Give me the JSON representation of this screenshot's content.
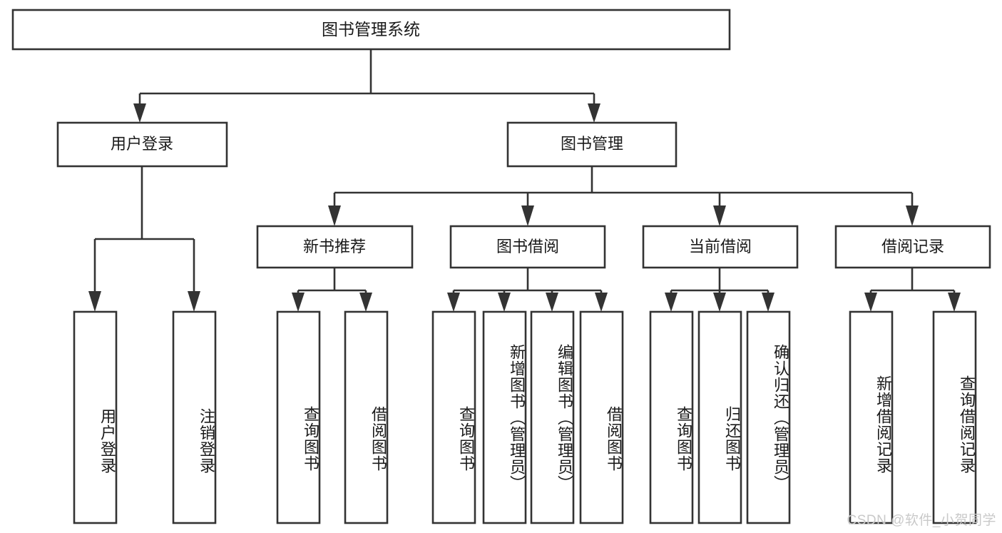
{
  "diagram": {
    "type": "tree-hierarchy",
    "title": "图书管理系统",
    "watermark": "CSDN @软件_小贺同学",
    "colors": {
      "stroke": "#333333",
      "fill": "#ffffff",
      "text": "#1a1a1a",
      "watermark": "#c9c9c9"
    },
    "root": {
      "id": "root",
      "label": "图书管理系统"
    },
    "level2": [
      {
        "id": "user-login",
        "label": "用户登录"
      },
      {
        "id": "book-manage",
        "label": "图书管理"
      }
    ],
    "level3": [
      {
        "id": "new-book-recommend",
        "label": "新书推荐",
        "parent": "book-manage"
      },
      {
        "id": "book-borrow",
        "label": "图书借阅",
        "parent": "book-manage"
      },
      {
        "id": "current-borrow",
        "label": "当前借阅",
        "parent": "book-manage"
      },
      {
        "id": "borrow-record",
        "label": "借阅记录",
        "parent": "book-manage"
      }
    ],
    "leaves": [
      {
        "id": "leaf-user-login",
        "label": "用户登录",
        "parent": "user-login"
      },
      {
        "id": "leaf-user-logout",
        "label": "注销登录",
        "parent": "user-login"
      },
      {
        "id": "leaf-query-book-1",
        "label": "查询图书",
        "parent": "new-book-recommend"
      },
      {
        "id": "leaf-borrow-book-1",
        "label": "借阅图书",
        "parent": "new-book-recommend"
      },
      {
        "id": "leaf-query-book-2",
        "label": "查询图书",
        "parent": "book-borrow"
      },
      {
        "id": "leaf-add-book",
        "label": "新增图书（管理员）",
        "parent": "book-borrow"
      },
      {
        "id": "leaf-edit-book",
        "label": "编辑图书（管理员）",
        "parent": "book-borrow"
      },
      {
        "id": "leaf-borrow-book-2",
        "label": "借阅图书",
        "parent": "book-borrow"
      },
      {
        "id": "leaf-query-book-3",
        "label": "查询图书",
        "parent": "current-borrow"
      },
      {
        "id": "leaf-return-book",
        "label": "归还图书",
        "parent": "current-borrow"
      },
      {
        "id": "leaf-confirm-return",
        "label": "确认归还（管理员）",
        "parent": "current-borrow"
      },
      {
        "id": "leaf-add-record",
        "label": "新增借阅记录",
        "parent": "borrow-record"
      },
      {
        "id": "leaf-query-record",
        "label": "查询借阅记录",
        "parent": "borrow-record"
      }
    ]
  }
}
